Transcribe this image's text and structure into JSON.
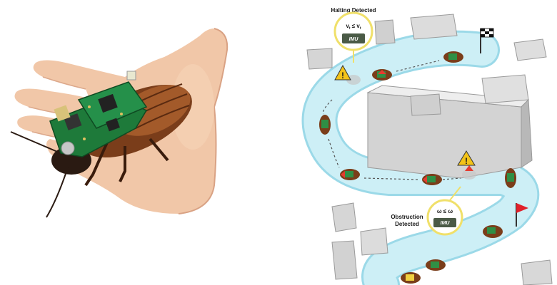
{
  "left_photo": {
    "subject": "cyborg-cockroach-on-hand"
  },
  "diagram": {
    "halting": {
      "title": "Halting Detected",
      "condition": "v",
      "chip_label": "IMU"
    },
    "obstruction": {
      "title_line1": "Obstruction",
      "title_line2": "Detected",
      "condition": "ω ≤ ω",
      "chip_label": "IMU"
    },
    "colors": {
      "path": "#cdeff6",
      "path_edge": "#9bd9e8",
      "block": "#d9d9d9",
      "callout": "#f0e06a",
      "chip": "#4a5a46",
      "warning": "#f3c318",
      "arrow_red": "#e53b2f",
      "flag_red": "#e0202a"
    }
  }
}
